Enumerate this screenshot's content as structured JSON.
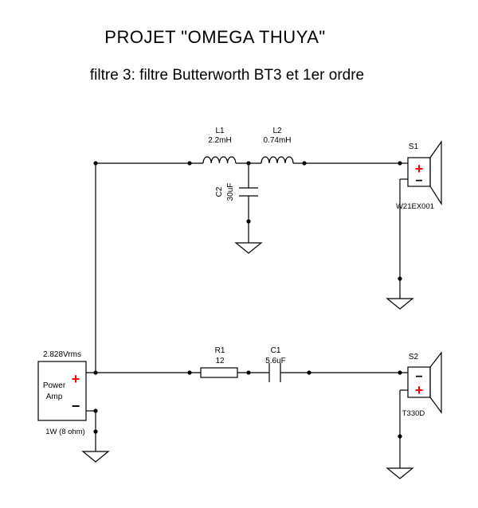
{
  "header": {
    "title": "PROJET  \"OMEGA THUYA\"",
    "subtitle": "filtre 3: filtre Butterworth BT3 et 1er ordre"
  },
  "components": {
    "L1": {
      "ref": "L1",
      "value": "2.2mH"
    },
    "L2": {
      "ref": "L2",
      "value": "0.74mH"
    },
    "C2": {
      "ref": "C2",
      "value": "30uF"
    },
    "R1": {
      "ref": "R1",
      "value": "12"
    },
    "C1": {
      "ref": "C1",
      "value": "5.6uF"
    },
    "S1": {
      "ref": "S1",
      "model": "W21EX001"
    },
    "S2": {
      "ref": "S2",
      "model": "T330D"
    },
    "amp": {
      "voltage": "2.828Vrms",
      "line1": "Power",
      "line2": "Amp",
      "power": "1W (8 ohm)"
    }
  },
  "symbols": {
    "plus": "+",
    "minus": "−"
  }
}
